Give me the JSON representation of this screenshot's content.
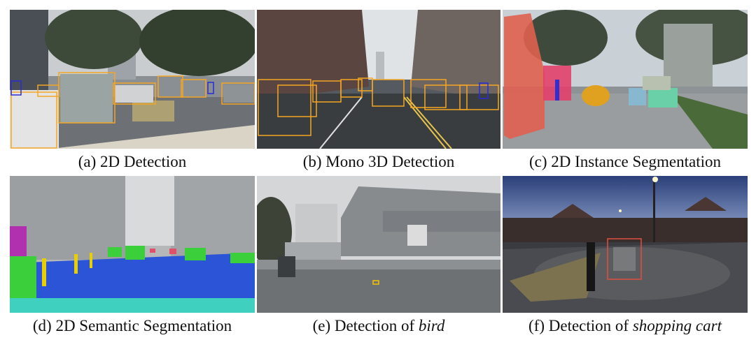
{
  "figure": {
    "panels": [
      {
        "prefix": "(a) 2D Detection",
        "italic": ""
      },
      {
        "prefix": "(b) Mono 3D Detection",
        "italic": ""
      },
      {
        "prefix": "(c) 2D Instance Segmentation",
        "italic": ""
      },
      {
        "prefix": "(d) 2D Semantic Segmentation",
        "italic": ""
      },
      {
        "prefix": "(e) Detection of ",
        "italic": "bird"
      },
      {
        "prefix": "(f) Detection of ",
        "italic": "shopping cart"
      }
    ]
  },
  "colors": {
    "box_orange": "#f5a623",
    "box_blue": "#2b2bd6",
    "seg_road_blue": "#2b55d6",
    "seg_sidewalk_teal": "#3fd0c0",
    "seg_vegetation_green": "#3ccf3c",
    "seg_car_red": "#e0506a"
  }
}
